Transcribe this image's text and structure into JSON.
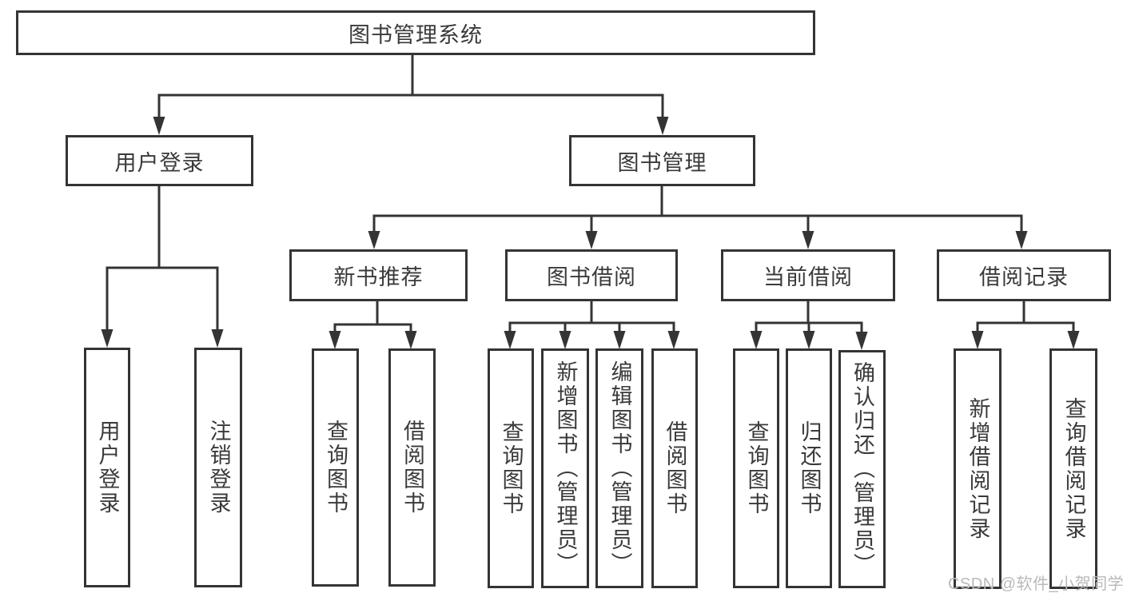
{
  "tree": {
    "root": {
      "label": "图书管理系统"
    },
    "branches": [
      {
        "label": "用户登录",
        "children": [
          {
            "label": "用户登录"
          },
          {
            "label": "注销登录"
          }
        ]
      },
      {
        "label": "图书管理",
        "children": [
          {
            "label": "新书推荐",
            "children": [
              {
                "label": "查询图书"
              },
              {
                "label": "借阅图书"
              }
            ]
          },
          {
            "label": "图书借阅",
            "children": [
              {
                "label": "查询图书"
              },
              {
                "label": "新增图书（管理员）"
              },
              {
                "label": "编辑图书（管理员）"
              },
              {
                "label": "借阅图书"
              }
            ]
          },
          {
            "label": "当前借阅",
            "children": [
              {
                "label": "查询图书"
              },
              {
                "label": "归还图书"
              },
              {
                "label": "确认归还（管理员）"
              }
            ]
          },
          {
            "label": "借阅记录",
            "children": [
              {
                "label": "新增借阅记录"
              },
              {
                "label": "查询借阅记录"
              }
            ]
          }
        ]
      }
    ]
  },
  "watermark": {
    "label": "CSDN @软件_小贺同学"
  },
  "colors": {
    "line": "#343434",
    "text": "#3a3a3a",
    "watermark": "#b9b9b9",
    "background": "#ffffff"
  }
}
